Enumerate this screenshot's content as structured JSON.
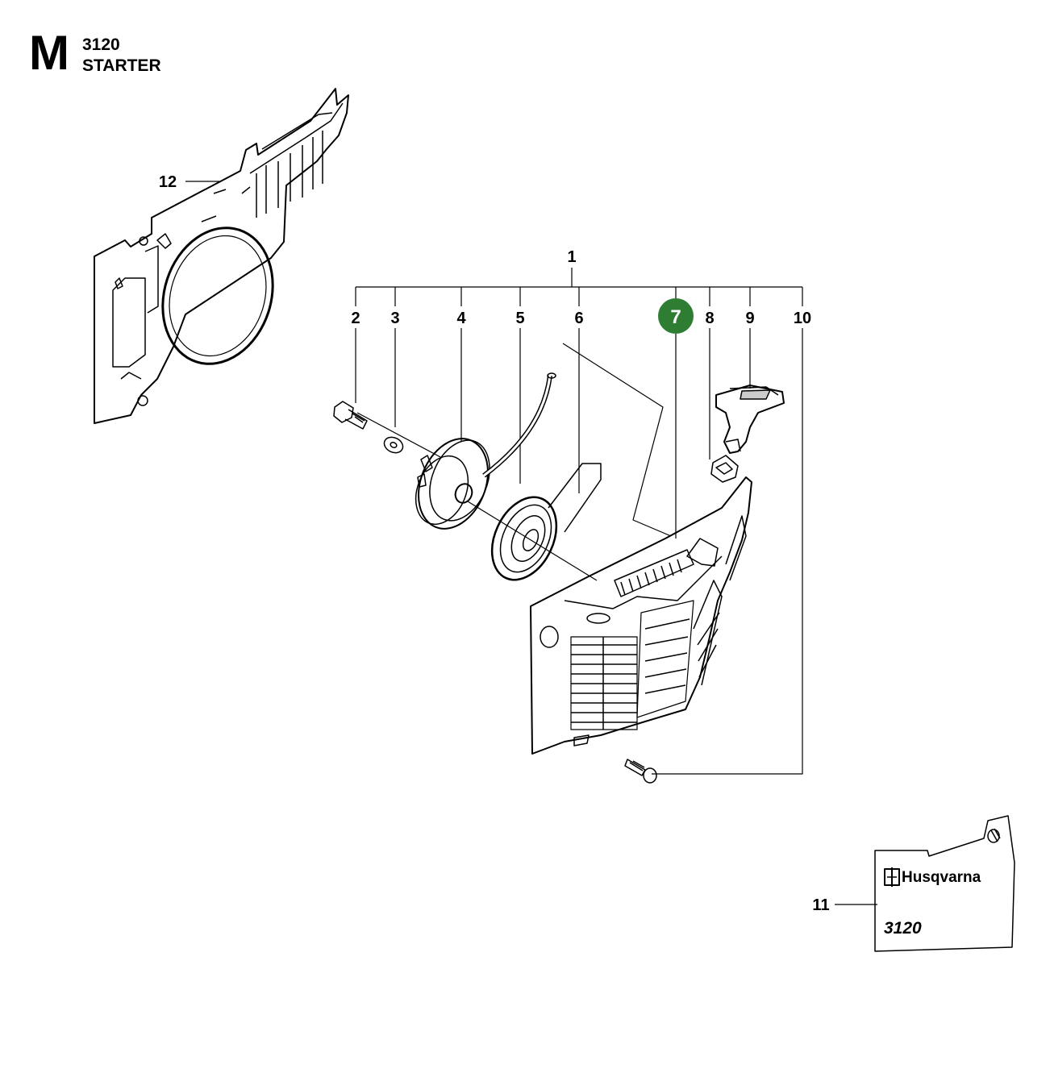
{
  "header": {
    "section_letter": "M",
    "model": "3120",
    "section_name": "STARTER"
  },
  "callouts": {
    "c1": "1",
    "c2": "2",
    "c3": "3",
    "c4": "4",
    "c5": "5",
    "c6": "6",
    "c7": "7",
    "c8": "8",
    "c9": "9",
    "c10": "10",
    "c11": "11",
    "c12": "12"
  },
  "highlight_color": "#2e7d32",
  "decal": {
    "brand": "Husqvarna",
    "model": "3120"
  }
}
